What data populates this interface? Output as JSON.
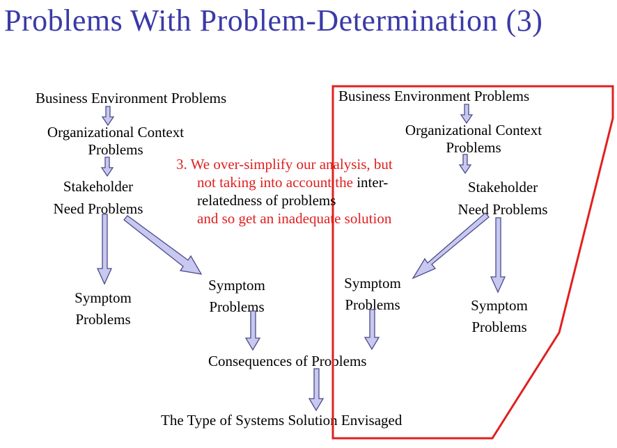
{
  "title": "Problems With Problem-Determination (3)",
  "left": {
    "business": "Business Environment Problems",
    "org_line1": "Organizational Context",
    "org_line2": "Problems",
    "stake_line1": "Stakeholder",
    "stake_line2": "Need Problems",
    "symptom_a_line1": "Symptom",
    "symptom_a_line2": "Problems",
    "symptom_b_line1": "Symptom",
    "symptom_b_line2": "Problems",
    "consequences": "Consequences of  Problems",
    "solution": "The Type of Systems Solution Envisaged"
  },
  "right": {
    "business": "Business Environment Problems",
    "org_line1": "Organizational Context",
    "org_line2": "Problems",
    "stake_line1": "Stakeholder",
    "stake_line2": "Need Problems",
    "symptom_a_line1": "Symptom",
    "symptom_a_line2": "Problems",
    "symptom_b_line1": "Symptom",
    "symptom_b_line2": "Problems"
  },
  "note": {
    "line1": "3. We over-simplify  our analysis, but",
    "line2_red": "not taking into account the",
    "line2_black": " inter-",
    "line3": "relatedness of problems",
    "line4": "and so get an inadequate solution"
  },
  "colors": {
    "title": "#3a3aa8",
    "arrow_fill": "#c8c8f0",
    "arrow_stroke": "#4a4a8a",
    "highlight": "#e02020"
  }
}
